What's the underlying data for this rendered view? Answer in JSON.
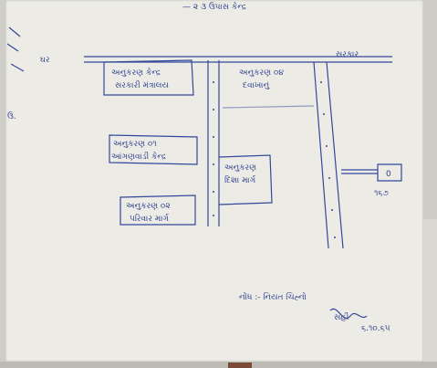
{
  "page": {
    "top_scribble": "— ૨ ૩ ઉપાસ કેન્દ્ર"
  },
  "road": {
    "left_label": "ઘર",
    "right_label": "સરકાર"
  },
  "boxes": [
    {
      "id": "b1",
      "line1": "અનુકરણ કેન્દ્ર",
      "line2": "સરકારી મંત્રાલય"
    },
    {
      "id": "b2",
      "line1": "અનુકરણ ૦૪",
      "line2": "દવાખાનું"
    },
    {
      "id": "b3",
      "line1": "અનુકરણ ૦૧",
      "line2": "આંગણવાડી કેન્દ્ર"
    },
    {
      "id": "b4",
      "line1": "અનુકરણ",
      "line2": "દિશા માર્ગ"
    },
    {
      "id": "b5",
      "line1": "અનુકરણ ૦૨",
      "line2": "પરિવાર માર્ગ"
    }
  ],
  "marker": {
    "symbol": "0",
    "label": "૧૬૭"
  },
  "signature": {
    "note": "નોંધ :- નિયત ચિહ્નો",
    "sign": "સહી",
    "date": "૬.૧૦.૬૫"
  },
  "colors": {
    "paper": "#ecebe6",
    "ink": "#34489a"
  }
}
